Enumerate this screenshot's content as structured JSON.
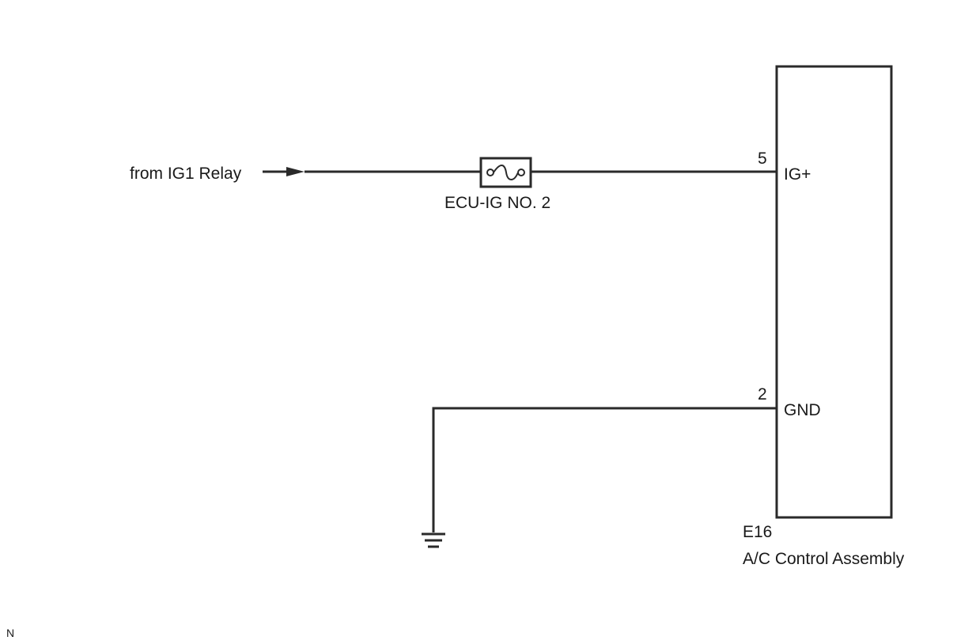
{
  "source": {
    "label": "from IG1 Relay"
  },
  "fuse": {
    "label": "ECU-IG NO. 2"
  },
  "component": {
    "code": "E16",
    "name": "A/C Control Assembly",
    "pins": [
      {
        "number": "5",
        "label": "IG+"
      },
      {
        "number": "2",
        "label": "GND"
      }
    ]
  },
  "corner_mark": "N",
  "colors": {
    "line": "#2a2a2a",
    "text": "#1a1a1a",
    "background": "#ffffff"
  }
}
